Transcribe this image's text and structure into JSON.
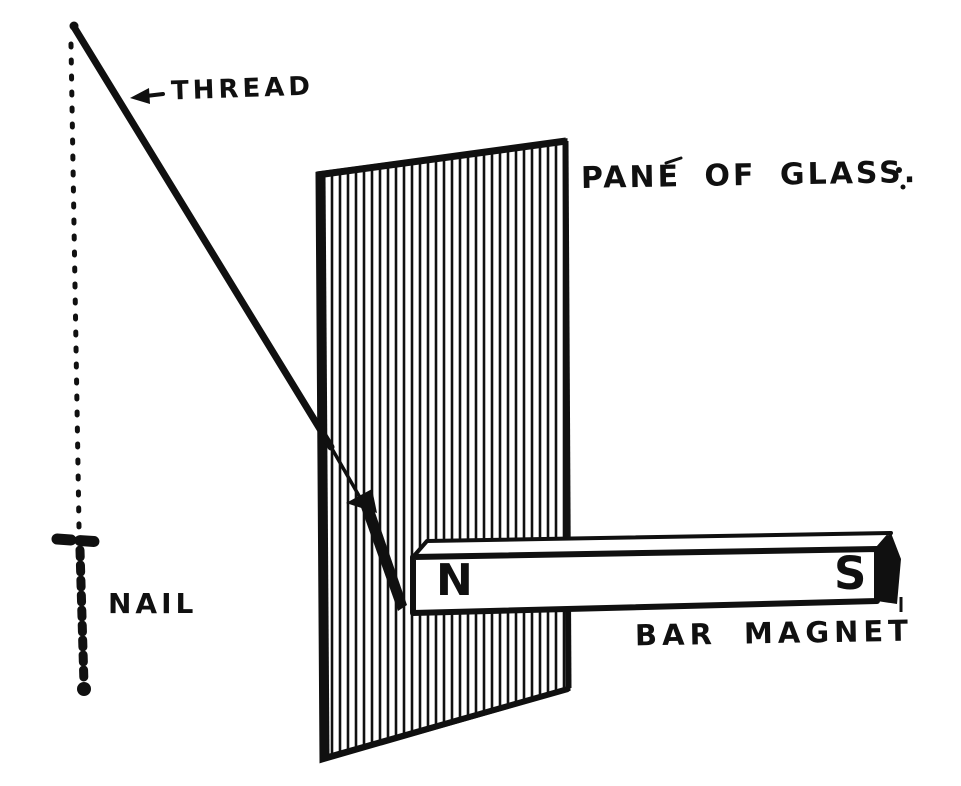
{
  "figure": {
    "ink_color": "#101010",
    "paper_color": "#ffffff",
    "labels": {
      "thread": "THREAD",
      "pane_of_glass": "PANE OF GLASS.",
      "nail": "NAIL",
      "bar_magnet": "BAR MAGNET",
      "north_pole": "N",
      "south_pole": "S"
    },
    "icons": {
      "thread_arrow": "left-arrow"
    }
  }
}
